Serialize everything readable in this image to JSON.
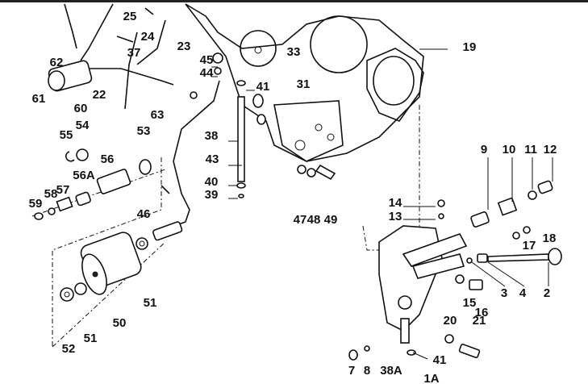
{
  "diagram": {
    "title": "Exploded parts view - oil pump and filter assembly",
    "labels": [
      "25",
      "24",
      "23",
      "37",
      "62",
      "61",
      "60",
      "22",
      "45",
      "44",
      "63",
      "33",
      "31",
      "41",
      "19",
      "38",
      "43",
      "40",
      "39",
      "47",
      "48",
      "49",
      "53",
      "55",
      "54",
      "56",
      "56A",
      "57",
      "58",
      "59",
      "46",
      "50",
      "51",
      "51",
      "52",
      "9",
      "10",
      "11",
      "12",
      "14",
      "13",
      "17",
      "18",
      "3",
      "4",
      "2",
      "15",
      "16",
      "20",
      "21",
      "7",
      "8",
      "38A",
      "41",
      "1A"
    ]
  }
}
